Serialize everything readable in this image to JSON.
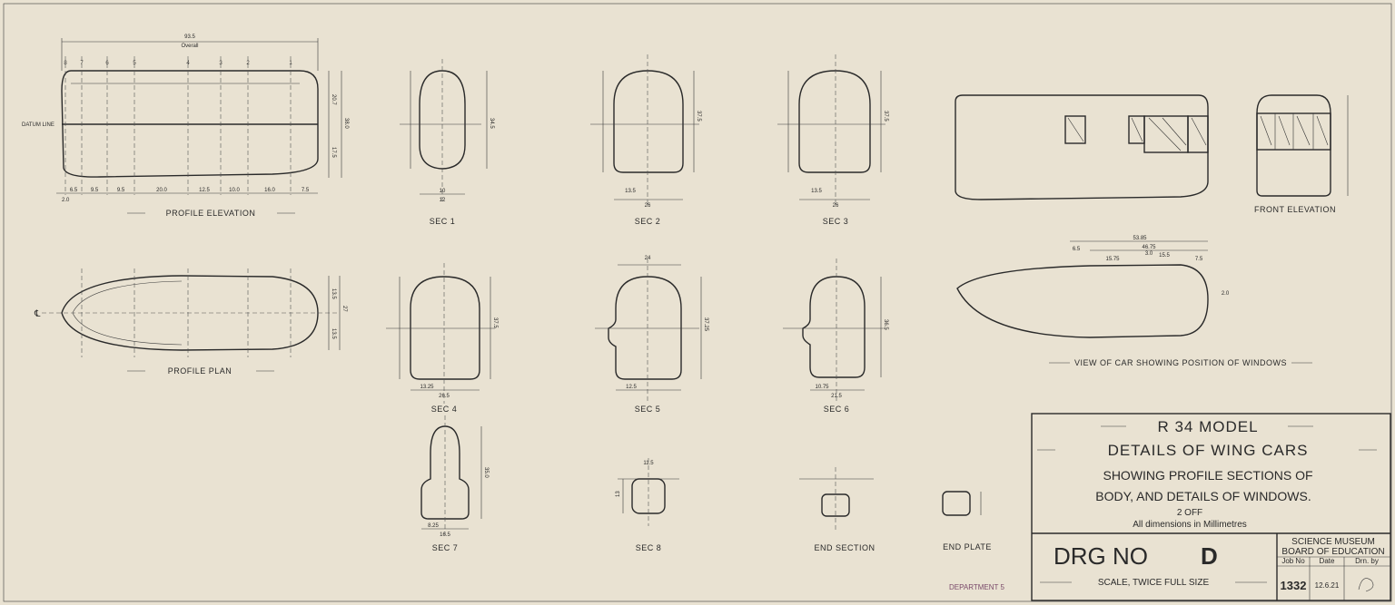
{
  "views": {
    "profile_elevation": "PROFILE ELEVATION",
    "profile_plan": "PROFILE PLAN",
    "sec1": "SEC 1",
    "sec2": "SEC 2",
    "sec3": "SEC 3",
    "sec4": "SEC 4",
    "sec5": "SEC 5",
    "sec6": "SEC 6",
    "sec7": "SEC 7",
    "sec8": "SEC 8",
    "end_section": "END SECTION",
    "end_plate": "END PLATE",
    "front_elevation": "FRONT ELEVATION",
    "view_windows": "VIEW OF CAR SHOWING POSITION OF WINDOWS"
  },
  "elevation": {
    "overall_dim": "93.5",
    "overall_label": "Overall",
    "datum_line": "DATUM LINE",
    "station_numbers": [
      "8",
      "7",
      "6",
      "5",
      "4",
      "3",
      "2",
      "1"
    ],
    "bottom_dims": [
      "6.5",
      "9.5",
      "9.5",
      "20.0",
      "12.5",
      "10.0",
      "16.0",
      "7.5"
    ],
    "start_dim": "2.0",
    "height_dims": [
      "20.7",
      "38.0",
      "17.5"
    ]
  },
  "plan": {
    "centerline": "℄",
    "width_dims": [
      "13.5",
      "27",
      "13.5"
    ]
  },
  "sec_dims": {
    "sec1": [
      "34.5",
      "10",
      "12"
    ],
    "sec2": [
      "37.5",
      "26",
      "13.5"
    ],
    "sec3": [
      "37.5",
      "26",
      "13.5"
    ],
    "sec4": [
      "37.5",
      "26.5",
      "13.25"
    ],
    "sec5": [
      "37.25",
      "24",
      "12.5"
    ],
    "sec6": [
      "36.5",
      "21.5",
      "10.75"
    ],
    "sec7": [
      "35.0",
      "16.5",
      "8.25"
    ],
    "sec8": [
      "11.5",
      "13"
    ]
  },
  "window_view": {
    "dims": [
      "53.85",
      "46.75",
      "6.5",
      "15.75",
      "15.5",
      "7.5",
      "3.0",
      "2.0"
    ]
  },
  "title_block": {
    "model": "R 34 MODEL",
    "line1": "DETAILS OF WING CARS",
    "line2": "SHOWING PROFILE SECTIONS OF",
    "line3": "BODY, AND DETAILS OF WINDOWS.",
    "count": "2 OFF",
    "units": "All dimensions in Millimetres",
    "drg_prefix": "DRG NO",
    "drg_letter": "D",
    "scale": "SCALE, TWICE FULL SIZE",
    "museum_line1": "SCIENCE MUSEUM",
    "museum_line2": "BOARD OF EDUCATION",
    "col_job": "Job No",
    "col_date": "Date",
    "col_drn": "Drn. by",
    "job_no": "1332",
    "date": "12.6.21"
  },
  "stamp": "DEPARTMENT 5",
  "colors": {
    "paper": "#e9e2d2",
    "ink": "#2a2a2a",
    "stamp": "#7a4a6a"
  }
}
